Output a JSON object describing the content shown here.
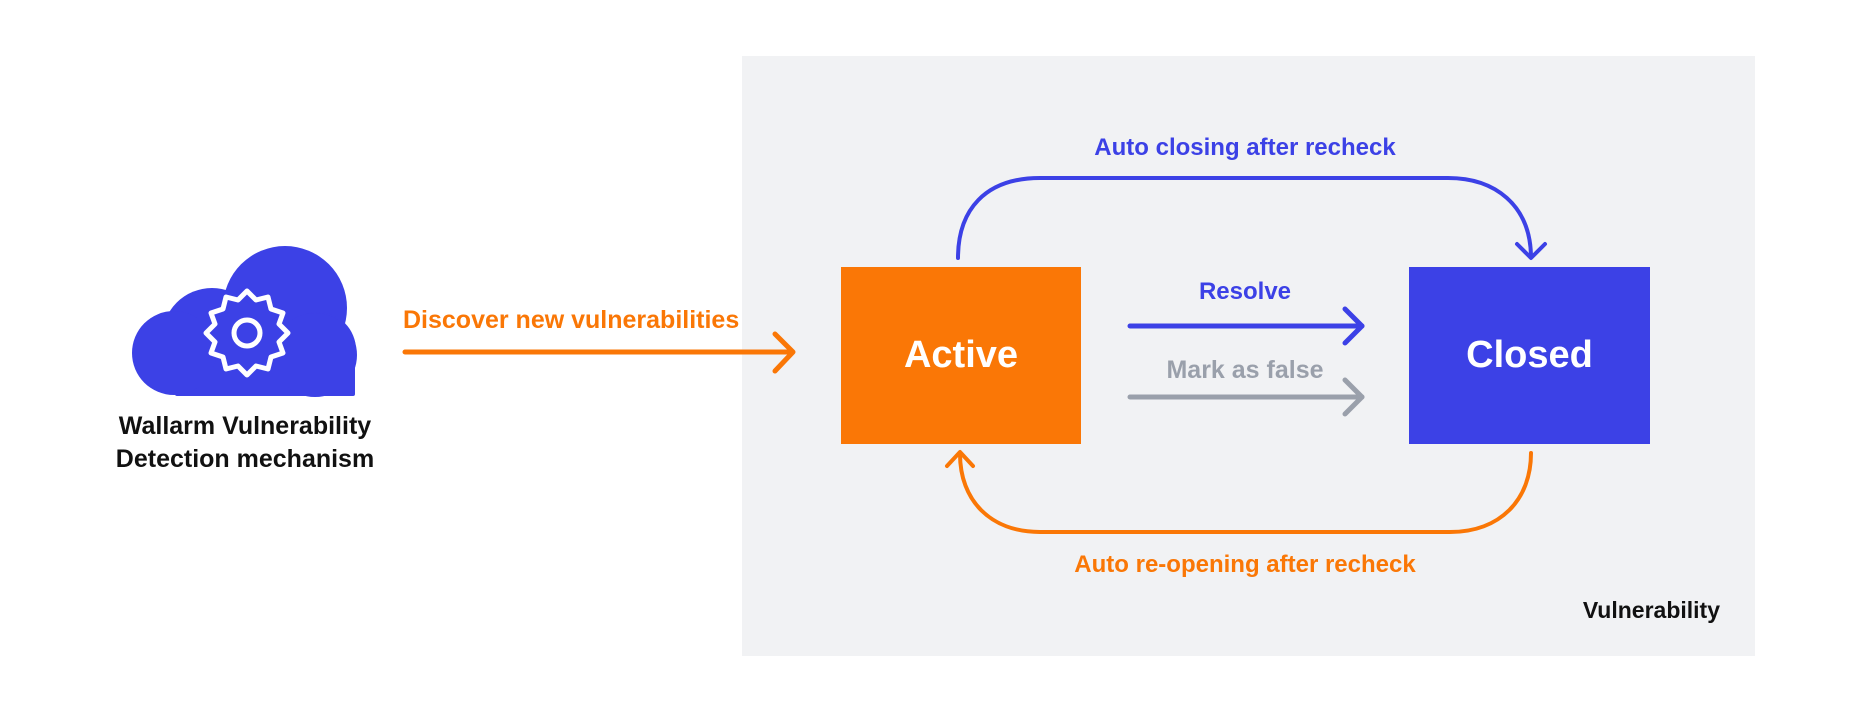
{
  "colors": {
    "orange": "#fa7706",
    "blue": "#3c41e6",
    "gray": "#9aa0ab",
    "panel_bg": "#f1f2f4",
    "text_dark": "#111111"
  },
  "source": {
    "icon": "cloud-gear-icon",
    "caption_line1": "Wallarm Vulnerability",
    "caption_line2": "Detection mechanism"
  },
  "discover_label": "Discover new vulnerabilities",
  "states": {
    "active": "Active",
    "closed": "Closed"
  },
  "transitions": {
    "auto_closing": "Auto closing after recheck",
    "resolve": "Resolve",
    "mark_false": "Mark as false",
    "auto_reopening": "Auto re-opening after recheck"
  },
  "panel_label": "Vulnerability"
}
